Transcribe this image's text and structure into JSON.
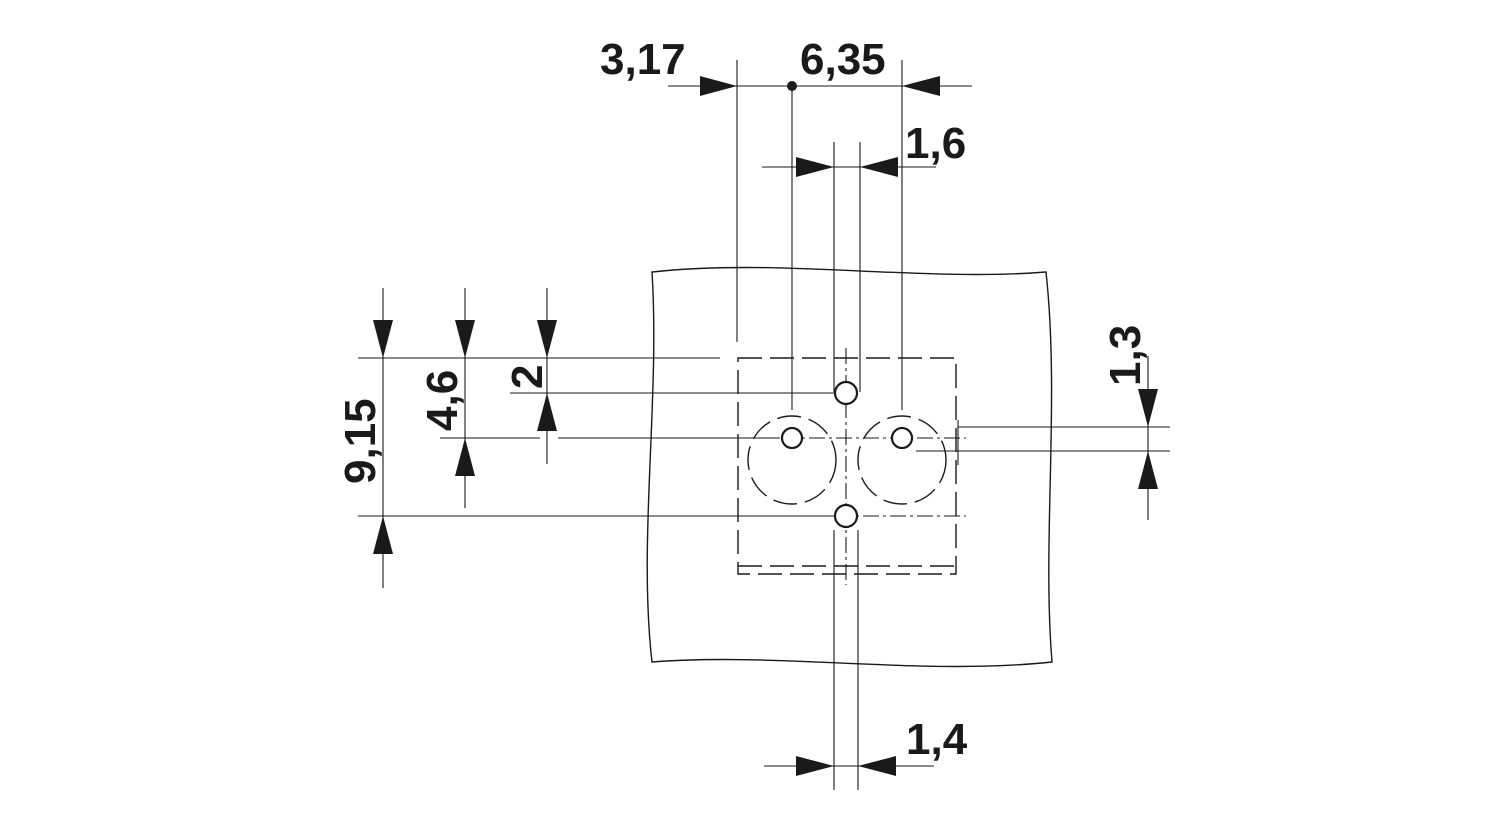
{
  "drawing": {
    "colors": {
      "line": "#1a1a1a",
      "background": "#ffffff"
    },
    "dimensions": {
      "pitch_offset": "3,17",
      "pitch": "6,35",
      "slot_width_top": "1,6",
      "slot_width_bottom": "1,4",
      "vertical_offset_small": "2",
      "vertical_offset_mid": "4,6",
      "vertical_total": "9,15",
      "side_slot": "1,3"
    }
  }
}
